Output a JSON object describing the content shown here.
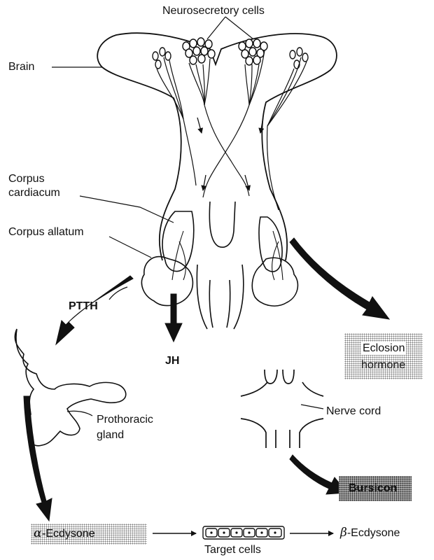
{
  "labels": {
    "neurosecretory_cells": "Neurosecretory cells",
    "brain": "Brain",
    "corpus_cardiacum_line1": "Corpus",
    "corpus_cardiacum_line2": "cardiacum",
    "corpus_allatum": "Corpus allatum",
    "ptth": "PTTH",
    "jh": "JH",
    "eclosion_line1": "Eclosion",
    "eclosion_line2": "hormone",
    "nerve_cord": "Nerve cord",
    "prothoracic_line1": "Prothoracic",
    "prothoracic_line2": "gland",
    "bursicon": "Bursicon",
    "alpha_symbol": "α",
    "alpha_text": "-Ecdysone",
    "target_cells": "Target cells",
    "beta_symbol": "β",
    "beta_text": "-Ecdysone"
  }
}
